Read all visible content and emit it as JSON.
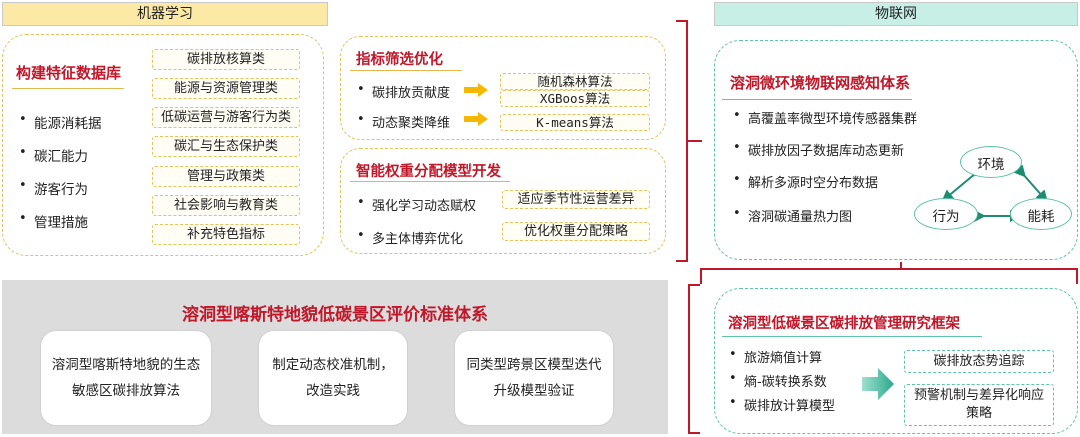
{
  "headers": {
    "ml": "机器学习",
    "iot": "物联网"
  },
  "feature_db": {
    "title": "构建特征数据库",
    "items": [
      "能源消耗据",
      "碳汇能力",
      "游客行为",
      "管理措施"
    ],
    "chips": [
      "碳排放核算类",
      "能源与资源管理类",
      "低碳运营与游客行为类",
      "碳汇与生态保护类",
      "管理与政策类",
      "社会影响与教育类",
      "补充特色指标"
    ]
  },
  "indicator": {
    "title": "指标筛选优化",
    "items": [
      "碳排放贡献度",
      "动态聚类降维"
    ],
    "chips": [
      "随机森林算法",
      "XGBoos算法",
      "K-means算法"
    ]
  },
  "weight": {
    "title": "智能权重分配模型开发",
    "items": [
      "强化学习动态赋权",
      "多主体博弈优化"
    ],
    "chips": [
      "适应季节性运营差异",
      "优化权重分配策略"
    ]
  },
  "iot_system": {
    "title": "溶洞微环境物联网感知体系",
    "items": [
      "高覆盖率微型环境传感器集群",
      "碳排放因子数据库动态更新",
      "解析多源时空分布数据",
      "溶洞碳通量热力图"
    ],
    "triangle": {
      "top": "环境",
      "left": "行为",
      "right": "能耗"
    }
  },
  "framework": {
    "title": "溶洞型低碳景区碳排放管理研究框架",
    "items": [
      "旅游熵值计算",
      "熵-碳转换系数",
      "碳排放计算模型"
    ],
    "chips": [
      "碳排放态势追踪",
      "预警机制与差异化响应策略"
    ]
  },
  "evaluation": {
    "title": "溶洞型喀斯特地貌低碳景区评价标准体系",
    "cards": [
      "溶洞型喀斯特地貌的生态敏感区碳排放算法",
      "制定动态校准机制，改造实践",
      "同类型跨景区模型迭代升级模型验证"
    ]
  },
  "colors": {
    "accent_red": "#c0182a",
    "yellow_border": "#e8c15a",
    "green_border": "#5fc3a7",
    "arrow_green": "#1e8b73"
  }
}
